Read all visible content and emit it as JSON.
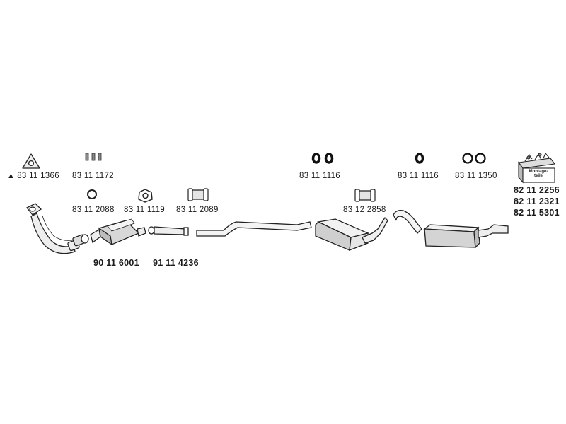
{
  "parts": {
    "gasket_flange": {
      "prefix": "▲",
      "number": "83 11 1366"
    },
    "bolts": {
      "number": "83 11 1172"
    },
    "ring_small": {
      "number": "83 11 2088"
    },
    "gasket_ring": {
      "number": "83 11 1119"
    },
    "clamp_1": {
      "number": "83 11 2089"
    },
    "front_pipe": {
      "number": "90 11 6001"
    },
    "catalyst": {
      "number": "91 11 4236"
    },
    "rubber_pair": {
      "number": "83 11 1116"
    },
    "clamp_2": {
      "number": "83 12 2858"
    },
    "rubber_single": {
      "number": "83 11 1116"
    },
    "ring_pair": {
      "number": "83 11 1350"
    },
    "kit": {
      "box_label": "Montage-teile",
      "numbers": [
        "82 11 2256",
        "82 11 2321",
        "82 11 5301"
      ]
    }
  },
  "colors": {
    "line": "#222222",
    "fill": "#eeeeee",
    "shade": "#cfcfcf",
    "text": "#1a1a1a"
  }
}
